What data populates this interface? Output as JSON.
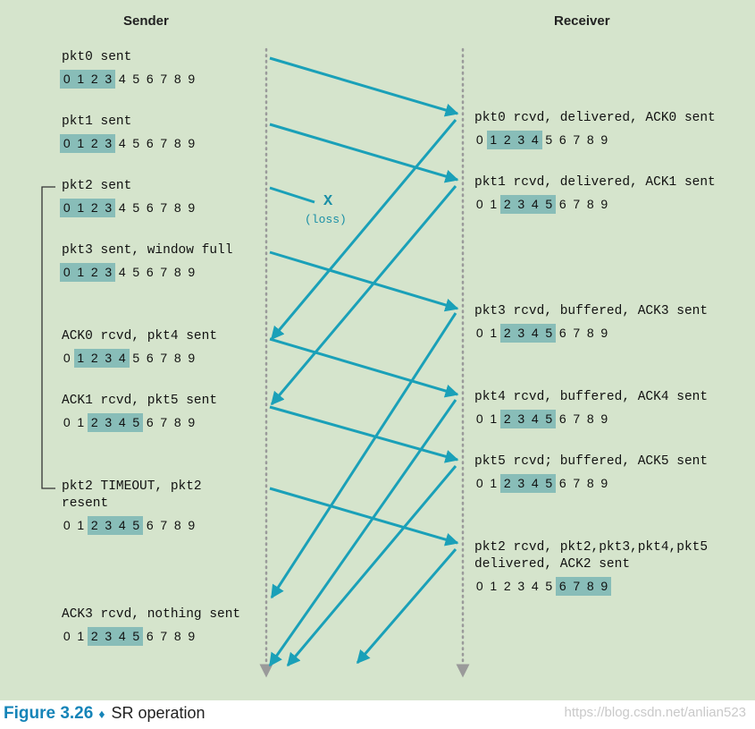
{
  "headers": {
    "sender": "Sender",
    "receiver": "Receiver"
  },
  "sequence_numbers": [
    "0",
    "1",
    "2",
    "3",
    "4",
    "5",
    "6",
    "7",
    "8",
    "9"
  ],
  "sender_events": [
    {
      "label": "pkt0 sent",
      "window_start": 0
    },
    {
      "label": "pkt1 sent",
      "window_start": 0
    },
    {
      "label": "pkt2 sent",
      "window_start": 0
    },
    {
      "label": "pkt3 sent, window full",
      "window_start": 0
    },
    {
      "label": "ACK0 rcvd, pkt4 sent",
      "window_start": 1
    },
    {
      "label": "ACK1 rcvd, pkt5 sent",
      "window_start": 2
    },
    {
      "label": "pkt2 TIMEOUT, pkt2",
      "label2": "resent",
      "window_start": 2
    },
    {
      "label": "ACK3 rcvd, nothing sent",
      "window_start": 2
    }
  ],
  "receiver_events": [
    {
      "label": "pkt0 rcvd, delivered, ACK0 sent",
      "window_start": 1
    },
    {
      "label": "pkt1 rcvd, delivered, ACK1 sent",
      "window_start": 2
    },
    {
      "label": "pkt3 rcvd, buffered, ACK3 sent",
      "window_start": 2
    },
    {
      "label": "pkt4 rcvd, buffered, ACK4 sent",
      "window_start": 2
    },
    {
      "label": "pkt5 rcvd; buffered, ACK5 sent",
      "window_start": 2
    },
    {
      "label": "pkt2 rcvd, pkt2,pkt3,pkt4,pkt5",
      "label2": "delivered, ACK2 sent",
      "window_start": 6
    }
  ],
  "window_size": 4,
  "loss": {
    "mark": "X",
    "label": "(loss)"
  },
  "caption": {
    "figure": "Figure 3.26",
    "separator": "♦",
    "title": "SR operation"
  },
  "watermark": "https://blog.csdn.net/anlian523",
  "colors": {
    "background": "#d5e4cc",
    "arrow": "#1aa0b8",
    "window": "#88bdb8",
    "caption": "#1584b8"
  }
}
